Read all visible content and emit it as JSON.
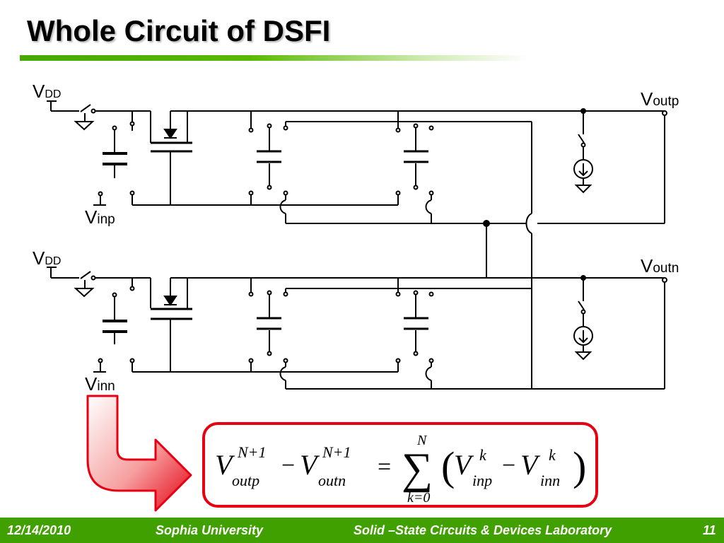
{
  "slide": {
    "title": "Whole Circuit of DSFI"
  },
  "circuit": {
    "top": {
      "supply_label": "V",
      "supply_sub": "DD",
      "input_label": "V",
      "input_sub": "inp",
      "output_label": "V",
      "output_sub": "outp"
    },
    "bottom": {
      "supply_label": "V",
      "supply_sub": "DD",
      "input_label": "V",
      "input_sub": "inn",
      "output_label": "V",
      "output_sub": "outn"
    }
  },
  "formula": {
    "v1": "V",
    "v1_sup": "N+1",
    "v1_sub": "outp",
    "minus1": "−",
    "v2": "V",
    "v2_sup": "N+1",
    "v2_sub": "outn",
    "equals": "=",
    "sigma": "∑",
    "sigma_top": "N",
    "sigma_bottom": "k=0",
    "lparen": "(",
    "v3": "V",
    "v3_sup": "k",
    "v3_sub": "inp",
    "minus2": "−",
    "v4": "V",
    "v4_sup": "k",
    "v4_sub": "inn",
    "rparen": ")"
  },
  "footer": {
    "date": "12/14/2010",
    "university": "Sophia University",
    "lab": "Solid –State Circuits & Devices Laboratory",
    "page": "11"
  },
  "colors": {
    "title_rule": "#46a800",
    "footer_bg": "#40a000",
    "formula_border": "#e60012",
    "arrow_fill": "#e60012"
  }
}
